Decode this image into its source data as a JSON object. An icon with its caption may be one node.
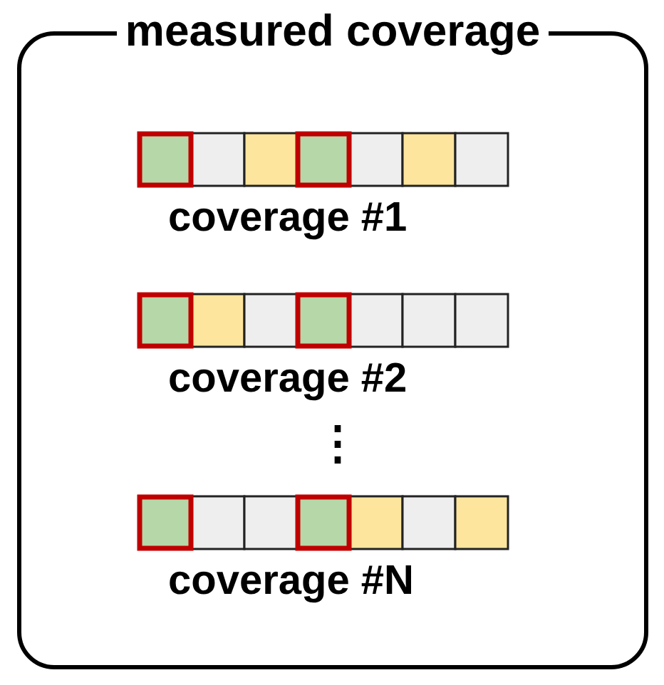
{
  "diagram": {
    "nodes": [
      {
        "text": [
          "measured coverage"
        ]
      },
      {
        "text": [],
        "shape": "bar",
        "in": 0,
        "beside": [
          "coverage #1"
        ]
      },
      {
        "text": [],
        "shape": "bar",
        "in": 0,
        "beside": [
          "coverage #2"
        ]
      },
      {
        "text": [],
        "shape": "bar",
        "in": 0,
        "beside": [
          "coverage #N"
        ]
      }
    ],
    "labels": [
      "⋮"
    ]
  }
}
